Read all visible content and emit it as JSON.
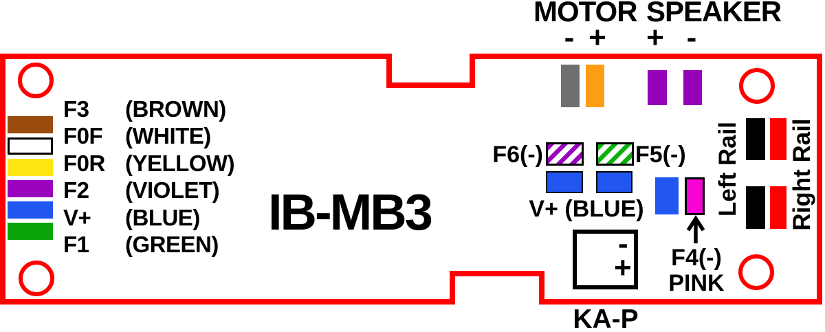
{
  "board": {
    "name": "IB-MB3",
    "outline_color": "#FE0000"
  },
  "wire_legend": {
    "rows": [
      {
        "label": "F3",
        "color_name": "(BROWN)",
        "swatch": "#9A4B0E"
      },
      {
        "label": "F0F",
        "color_name": "(WHITE)",
        "swatch": "#FFFFFF"
      },
      {
        "label": "F0R",
        "color_name": "(YELLOW)",
        "swatch": "#FFE512"
      },
      {
        "label": "F2",
        "color_name": "(VIOLET)",
        "swatch": "#9A02BE"
      },
      {
        "label": "V+",
        "color_name": "(BLUE)",
        "swatch": "#2156F0"
      },
      {
        "label": "F1",
        "color_name": "(GREEN)",
        "swatch": "#0BA50B"
      }
    ]
  },
  "motor": {
    "label": "MOTOR",
    "neg_sign": "-",
    "pos_sign": "+",
    "neg_pad_color": "#6F6F6F",
    "pos_pad_color": "#FD9D13"
  },
  "speaker": {
    "label": "SPEAKER",
    "pos_sign": "+",
    "neg_sign": "-",
    "pad_color": "#9602B8"
  },
  "functions": {
    "f6": {
      "label": "F6(-)",
      "stripe_color": "#9A02BE"
    },
    "f5": {
      "label": "F5(-)",
      "stripe_color": "#0CB20C"
    },
    "vplus": {
      "label": "V+ (BLUE)",
      "pad_color": "#2156F0"
    },
    "f4": {
      "label": "F4(-)",
      "color_word": "PINK",
      "pad_color": "#F603D6",
      "arrow_icon": "up-arrow"
    }
  },
  "rails": {
    "left_label": "Left Rail",
    "right_label": "Right Rail",
    "black_pad_color": "#000000",
    "red_pad_color": "#FE0000"
  },
  "keep_alive": {
    "label": "KA-P",
    "neg_sign": "-",
    "pos_sign": "+"
  }
}
